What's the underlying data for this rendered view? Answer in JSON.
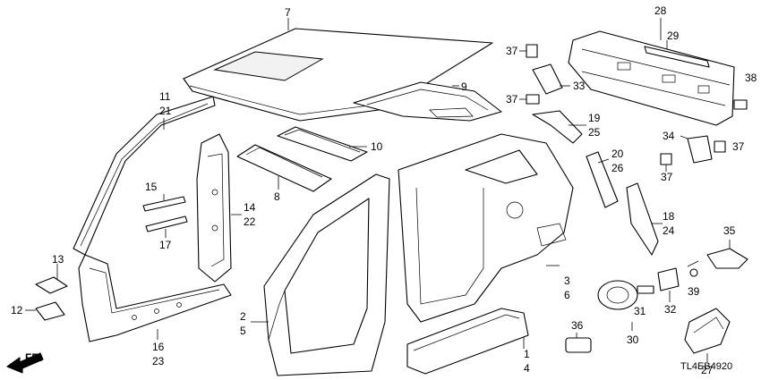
{
  "diagram_code": "TL4EB4920",
  "direction_label": "FR.",
  "callouts": {
    "c1": "1",
    "c2": "2",
    "c3": "3",
    "c4": "4",
    "c5": "5",
    "c6": "6",
    "c7": "7",
    "c8": "8",
    "c9": "9",
    "c10": "10",
    "c11": "11",
    "c12": "12",
    "c13": "13",
    "c14": "14",
    "c15": "15",
    "c16": "16",
    "c17": "17",
    "c18": "18",
    "c19": "19",
    "c20": "20",
    "c21": "21",
    "c22": "22",
    "c23": "23",
    "c24": "24",
    "c25": "25",
    "c26": "26",
    "c27": "27",
    "c28": "28",
    "c29": "29",
    "c30": "30",
    "c31": "31",
    "c32": "32",
    "c33": "33",
    "c34": "34",
    "c35": "35",
    "c36": "36",
    "c37a": "37",
    "c37b": "37",
    "c37c": "37",
    "c37d": "37",
    "c38": "38",
    "c39": "39"
  }
}
